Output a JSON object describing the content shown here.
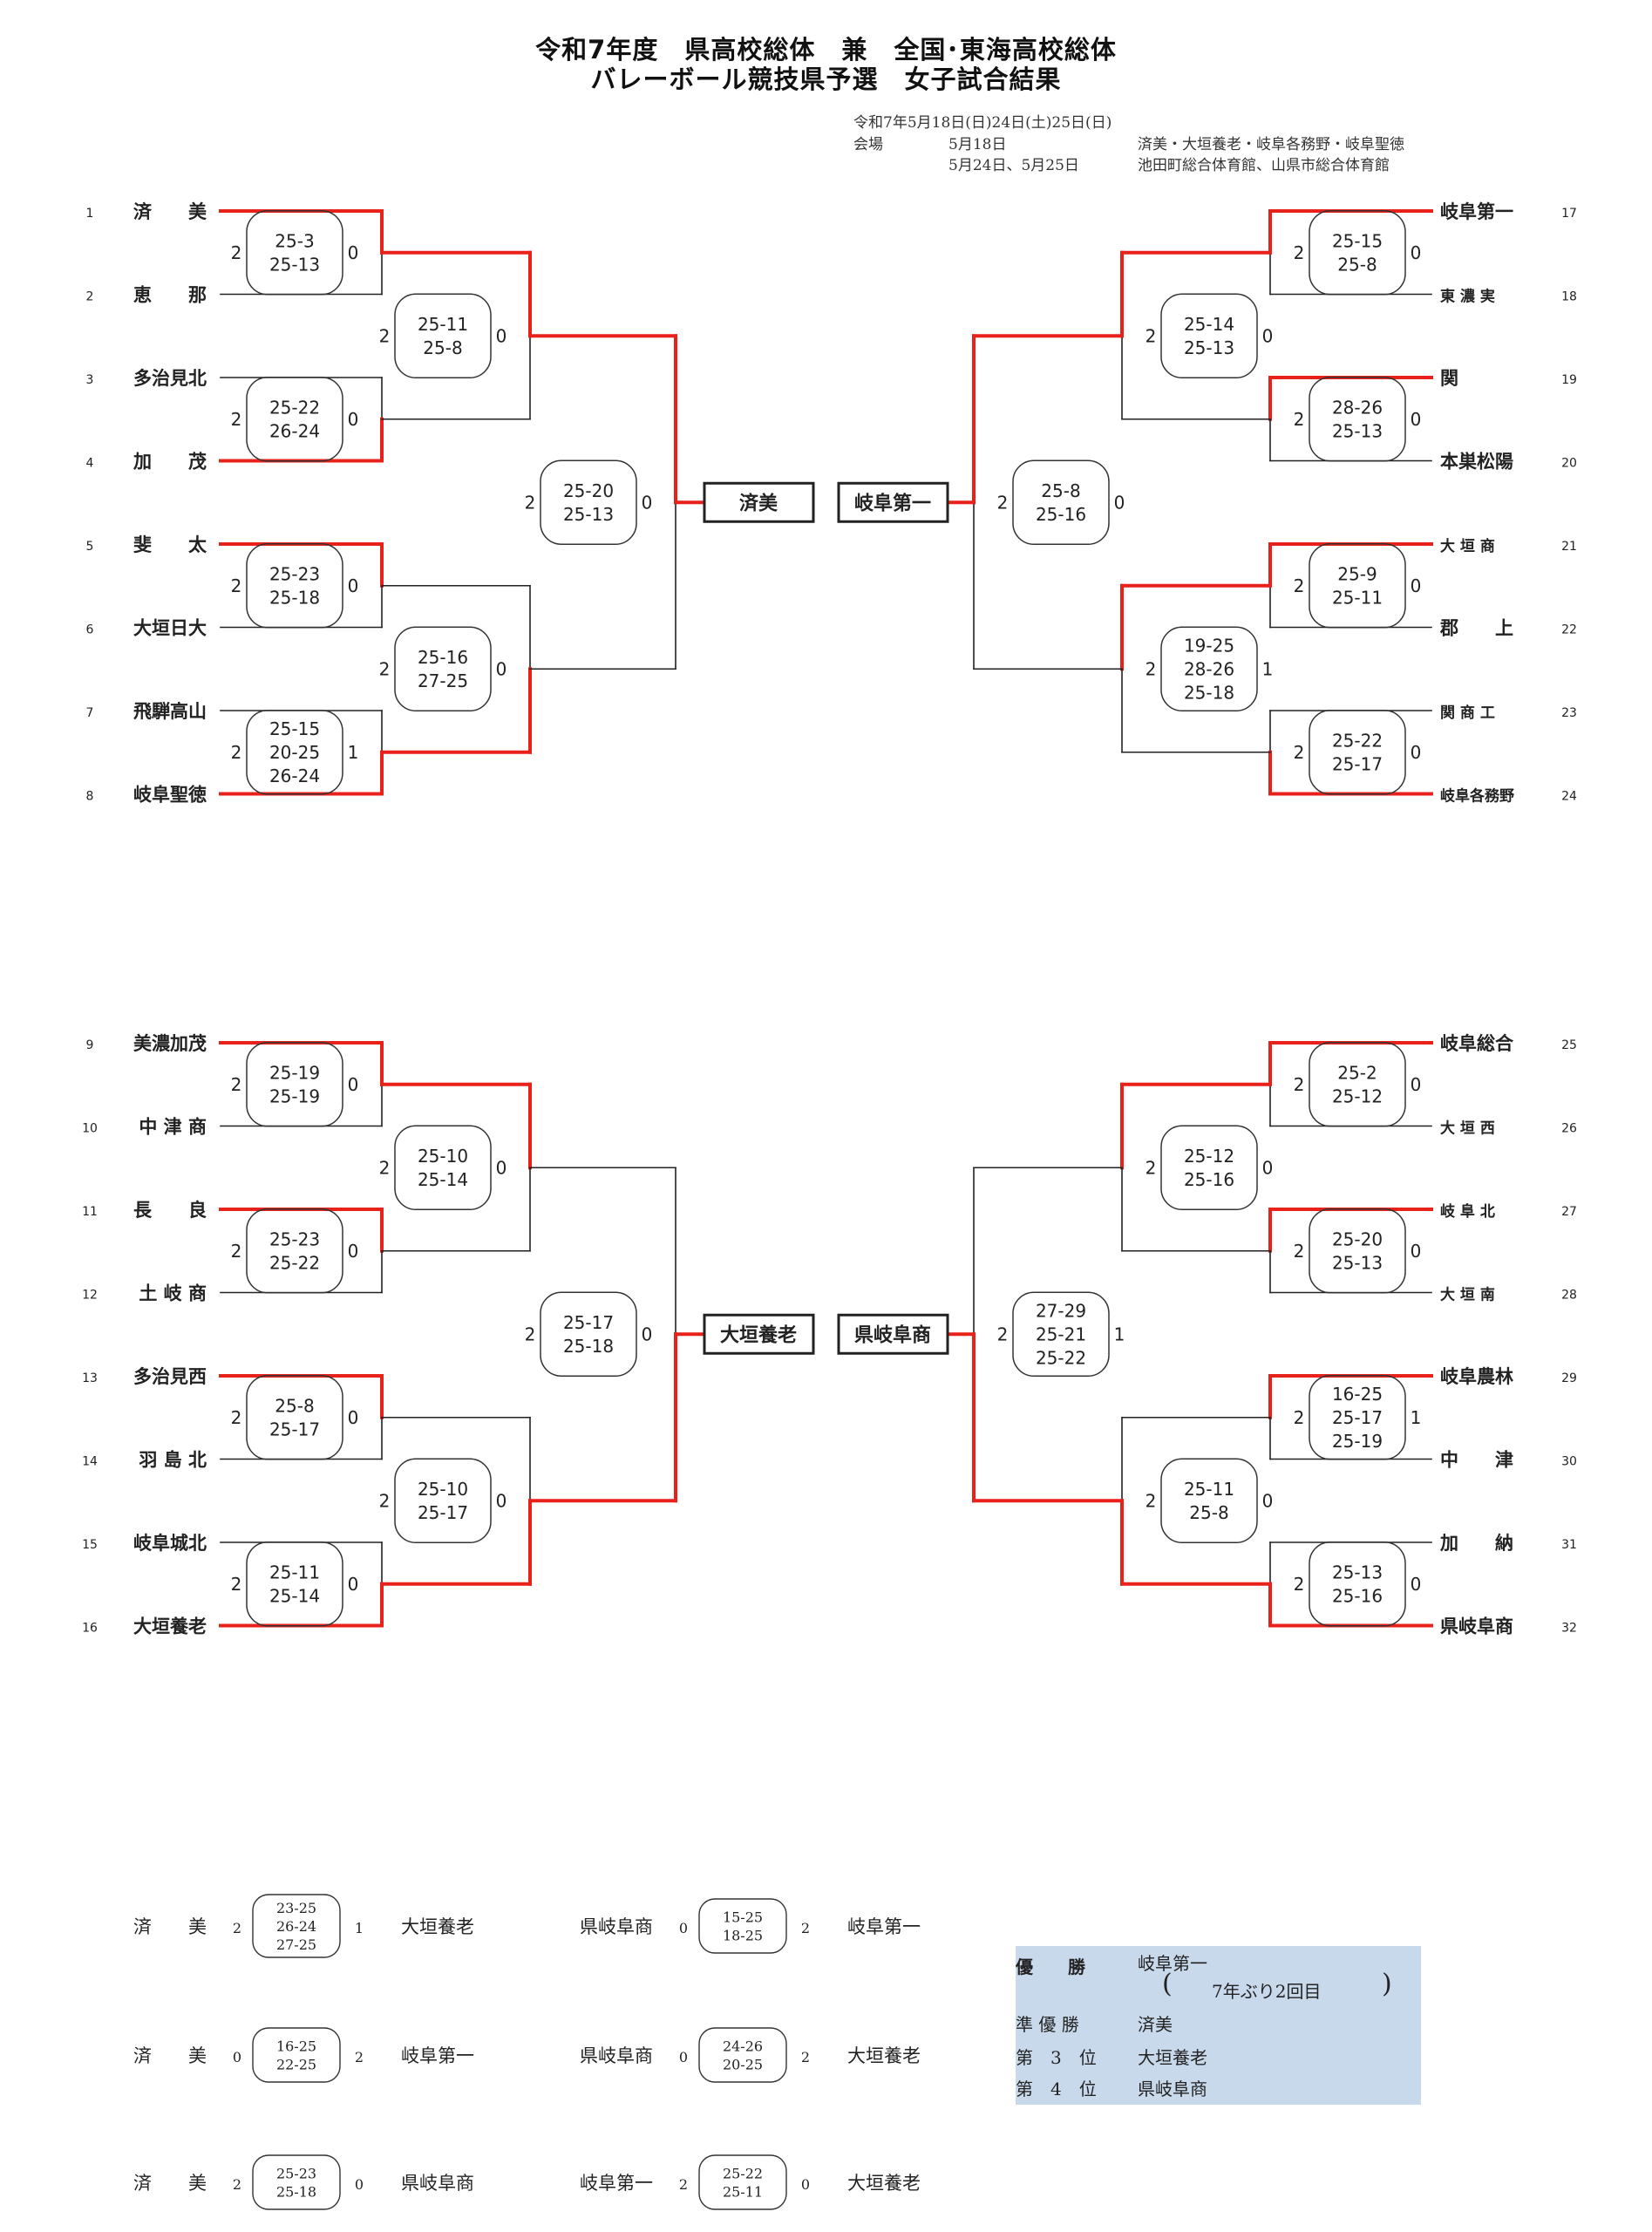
{
  "header": {
    "title_line1": "令和7年度　県高校総体　兼　全国･東海高校総体",
    "title_line2": "バレーボール競技県予選　女子試合結果",
    "date": "令和7年5月18日(日)24日(土)25日(日)",
    "venue_label": "会場",
    "venue_date1": "5月18日",
    "venue_place1": "済美・大垣養老・岐阜各務野・岐阜聖徳",
    "venue_date2": "5月24日、5月25日",
    "venue_place2": "池田町総合体育館、山県市総合体育館"
  },
  "teams_left": [
    {
      "no": "1",
      "name": "済　　美"
    },
    {
      "no": "2",
      "name": "恵　　那"
    },
    {
      "no": "3",
      "name": "多治見北"
    },
    {
      "no": "4",
      "name": "加　　茂"
    },
    {
      "no": "5",
      "name": "斐　　太"
    },
    {
      "no": "6",
      "name": "大垣日大"
    },
    {
      "no": "7",
      "name": "飛騨高山"
    },
    {
      "no": "8",
      "name": "岐阜聖徳"
    },
    {
      "no": "9",
      "name": "美濃加茂"
    },
    {
      "no": "10",
      "name": "中 津 商"
    },
    {
      "no": "11",
      "name": "長　　良"
    },
    {
      "no": "12",
      "name": "土 岐 商"
    },
    {
      "no": "13",
      "name": "多治見西"
    },
    {
      "no": "14",
      "name": "羽 島 北"
    },
    {
      "no": "15",
      "name": "岐阜城北"
    },
    {
      "no": "16",
      "name": "大垣養老"
    }
  ],
  "teams_right": [
    {
      "no": "17",
      "name": "岐阜第一"
    },
    {
      "no": "18",
      "name": "東 濃 実"
    },
    {
      "no": "19",
      "name": "関"
    },
    {
      "no": "20",
      "name": "本巣松陽"
    },
    {
      "no": "21",
      "name": "大 垣 商"
    },
    {
      "no": "22",
      "name": "郡　　上"
    },
    {
      "no": "23",
      "name": "関 商 工"
    },
    {
      "no": "24",
      "name": "岐阜各務野"
    },
    {
      "no": "25",
      "name": "岐阜総合"
    },
    {
      "no": "26",
      "name": "大 垣 西"
    },
    {
      "no": "27",
      "name": "岐 阜 北"
    },
    {
      "no": "28",
      "name": "大 垣 南"
    },
    {
      "no": "29",
      "name": "岐阜農林"
    },
    {
      "no": "30",
      "name": "中　　津"
    },
    {
      "no": "31",
      "name": "加　　納"
    },
    {
      "no": "32",
      "name": "県岐阜商"
    }
  ],
  "left_r1": [
    {
      "winner": "top",
      "sets_top": "2",
      "sets_bot": "0",
      "scores": [
        "25-3",
        "25-13"
      ]
    },
    {
      "winner": "bottom",
      "sets_top": "2",
      "sets_bot": "0",
      "scores": [
        "25-22",
        "26-24"
      ]
    },
    {
      "winner": "top",
      "sets_top": "2",
      "sets_bot": "0",
      "scores": [
        "25-23",
        "25-18"
      ]
    },
    {
      "winner": "bottom",
      "sets_top": "2",
      "sets_bot": "1",
      "scores": [
        "25-15",
        "20-25",
        "26-24"
      ]
    },
    {
      "winner": "top",
      "sets_top": "2",
      "sets_bot": "0",
      "scores": [
        "25-19",
        "25-19"
      ]
    },
    {
      "winner": "top",
      "sets_top": "2",
      "sets_bot": "0",
      "scores": [
        "25-23",
        "25-22"
      ]
    },
    {
      "winner": "top",
      "sets_top": "2",
      "sets_bot": "0",
      "scores": [
        "25-8",
        "25-17"
      ]
    },
    {
      "winner": "bottom",
      "sets_top": "2",
      "sets_bot": "0",
      "scores": [
        "25-11",
        "25-14"
      ]
    }
  ],
  "left_r2": [
    {
      "winner": "top",
      "sets_top": "2",
      "sets_bot": "0",
      "scores": [
        "25-11",
        "25-8"
      ]
    },
    {
      "winner": "bottom",
      "sets_top": "2",
      "sets_bot": "0",
      "scores": [
        "25-16",
        "27-25"
      ]
    },
    {
      "winner": "top",
      "sets_top": "2",
      "sets_bot": "0",
      "scores": [
        "25-10",
        "25-14"
      ]
    },
    {
      "winner": "bottom",
      "sets_top": "2",
      "sets_bot": "0",
      "scores": [
        "25-10",
        "25-17"
      ]
    }
  ],
  "left_r3": [
    {
      "winner": "top",
      "sets_top": "2",
      "sets_bot": "0",
      "scores": [
        "25-20",
        "25-13"
      ],
      "label": "済美"
    },
    {
      "winner": "bottom",
      "sets_top": "2",
      "sets_bot": "0",
      "scores": [
        "25-17",
        "25-18"
      ],
      "label": "大垣養老"
    }
  ],
  "right_r1": [
    {
      "winner": "top",
      "sets_top": "2",
      "sets_bot": "0",
      "scores": [
        "25-15",
        "25-8"
      ]
    },
    {
      "winner": "top",
      "sets_top": "2",
      "sets_bot": "0",
      "scores": [
        "28-26",
        "25-13"
      ]
    },
    {
      "winner": "top",
      "sets_top": "2",
      "sets_bot": "0",
      "scores": [
        "25-9",
        "25-11"
      ]
    },
    {
      "winner": "bottom",
      "sets_top": "2",
      "sets_bot": "0",
      "scores": [
        "25-22",
        "25-17"
      ]
    },
    {
      "winner": "top",
      "sets_top": "2",
      "sets_bot": "0",
      "scores": [
        "25-2",
        "25-12"
      ]
    },
    {
      "winner": "top",
      "sets_top": "2",
      "sets_bot": "0",
      "scores": [
        "25-20",
        "25-13"
      ]
    },
    {
      "winner": "top",
      "sets_top": "2",
      "sets_bot": "1",
      "scores": [
        "16-25",
        "25-17",
        "25-19"
      ]
    },
    {
      "winner": "bottom",
      "sets_top": "2",
      "sets_bot": "0",
      "scores": [
        "25-13",
        "25-16"
      ]
    }
  ],
  "right_r2": [
    {
      "winner": "top",
      "sets_top": "2",
      "sets_bot": "0",
      "scores": [
        "25-14",
        "25-13"
      ]
    },
    {
      "winner": "top",
      "sets_top": "2",
      "sets_bot": "1",
      "scores": [
        "19-25",
        "28-26",
        "25-18"
      ]
    },
    {
      "winner": "top",
      "sets_top": "2",
      "sets_bot": "0",
      "scores": [
        "25-12",
        "25-16"
      ]
    },
    {
      "winner": "bottom",
      "sets_top": "2",
      "sets_bot": "0",
      "scores": [
        "25-11",
        "25-8"
      ]
    }
  ],
  "right_r3": [
    {
      "winner": "top",
      "sets_top": "2",
      "sets_bot": "0",
      "scores": [
        "25-8",
        "25-16"
      ],
      "label": "岐阜第一"
    },
    {
      "winner": "bottom",
      "sets_top": "2",
      "sets_bot": "1",
      "scores": [
        "27-29",
        "25-21",
        "25-22"
      ],
      "label": "県岐阜商"
    }
  ],
  "league": [
    [
      {
        "team_a": "済　　美",
        "sets_a": "2",
        "scores": [
          "23-25",
          "26-24",
          "27-25"
        ],
        "sets_b": "1",
        "team_b": "大垣養老"
      },
      {
        "team_a": "県岐阜商",
        "sets_a": "0",
        "scores": [
          "15-25",
          "18-25"
        ],
        "sets_b": "2",
        "team_b": "岐阜第一"
      }
    ],
    [
      {
        "team_a": "済　　美",
        "sets_a": "0",
        "scores": [
          "16-25",
          "22-25"
        ],
        "sets_b": "2",
        "team_b": "岐阜第一"
      },
      {
        "team_a": "県岐阜商",
        "sets_a": "0",
        "scores": [
          "24-26",
          "20-25"
        ],
        "sets_b": "2",
        "team_b": "大垣養老"
      }
    ],
    [
      {
        "team_a": "済　　美",
        "sets_a": "2",
        "scores": [
          "25-23",
          "25-18"
        ],
        "sets_b": "0",
        "team_b": "県岐阜商"
      },
      {
        "team_a": "岐阜第一",
        "sets_a": "2",
        "scores": [
          "25-22",
          "25-11"
        ],
        "sets_b": "0",
        "team_b": "大垣養老"
      }
    ]
  ],
  "summary": {
    "champion_label": "優　　勝",
    "champion": "岐阜第一",
    "champion_note": "7年ぶり2回目",
    "runner_up_label": "準 優 勝",
    "runner_up": "済美",
    "third_label": "第　3　位",
    "third": "大垣養老",
    "fourth_label": "第　4　位",
    "fourth": "県岐阜商"
  },
  "colors": {
    "win": "#e8221b",
    "line": "#222222",
    "summary_bg": "#c9d9ec"
  }
}
